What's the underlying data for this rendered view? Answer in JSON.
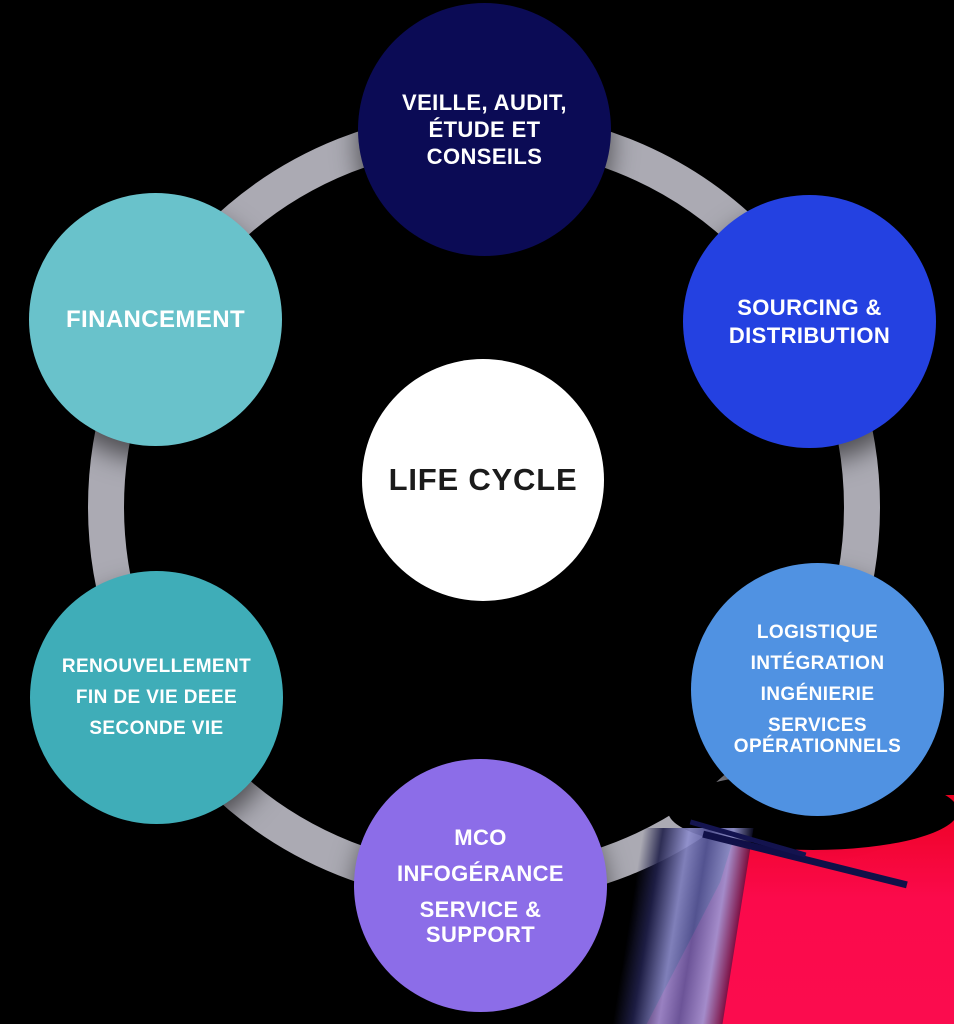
{
  "diagram": {
    "background_color": "#000000",
    "ring_color": "#abaab3",
    "center": {
      "label": "LIFE CYCLE",
      "bg": "#ffffff",
      "text_color": "#1b1b1b"
    },
    "nodes": [
      {
        "id": "veille-audit-etude-conseils",
        "bg": "#0b0b55",
        "text_color": "#ffffff",
        "lines": [
          "VEILLE, AUDIT,",
          "ÉTUDE ET",
          "CONSEILS"
        ]
      },
      {
        "id": "sourcing-distribution",
        "bg": "#2441e1",
        "text_color": "#ffffff",
        "lines": [
          "SOURCING &",
          "DISTRIBUTION"
        ]
      },
      {
        "id": "logistique-integration-ingenierie-services",
        "bg": "#5092e2",
        "text_color": "#ffffff",
        "lines": [
          "LOGISTIQUE",
          "INTÉGRATION",
          "INGÉNIERIE",
          "SERVICES",
          "OPÉRATIONNELS"
        ]
      },
      {
        "id": "mco-infogerance-service-support",
        "bg": "#8c6de8",
        "text_color": "#ffffff",
        "lines": [
          "MCO",
          "INFOGÉRANCE",
          "SERVICE &",
          "SUPPORT"
        ]
      },
      {
        "id": "renouvellement-fin-de-vie-seconde-vie",
        "bg": "#3fadb8",
        "text_color": "#ffffff",
        "lines": [
          "RENOUVELLEMENT",
          "FIN DE VIE DEEE",
          "SECONDE VIE"
        ]
      },
      {
        "id": "financement",
        "bg": "#69c2cb",
        "text_color": "#ffffff",
        "lines": [
          "FINANCEMENT"
        ]
      }
    ],
    "artifact_colors": {
      "red_glitch": "#fb0a4b",
      "lavender_glitch": "#8e8ece",
      "navy_stripe_glitch": "#101048"
    }
  }
}
